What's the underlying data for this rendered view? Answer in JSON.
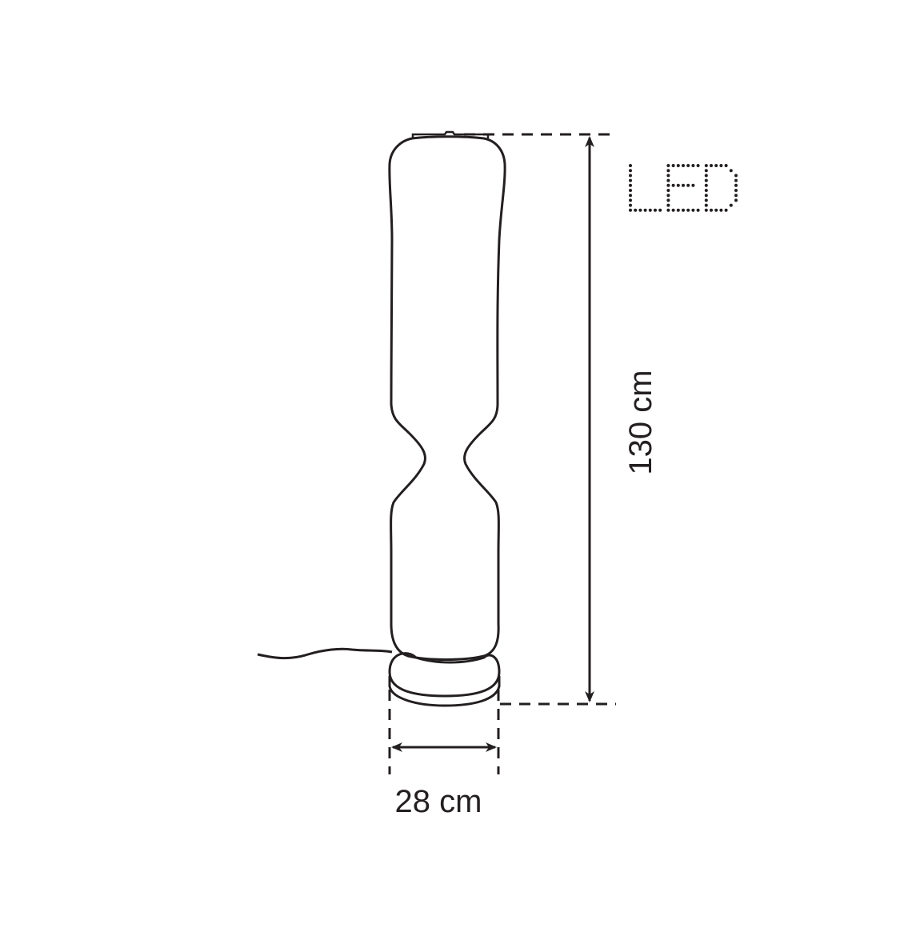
{
  "dimensions": {
    "height_label": "130 cm",
    "width_label": "28 cm"
  },
  "badge": {
    "text": "LED"
  },
  "colors": {
    "stroke": "#231f20",
    "background": "#ffffff"
  }
}
